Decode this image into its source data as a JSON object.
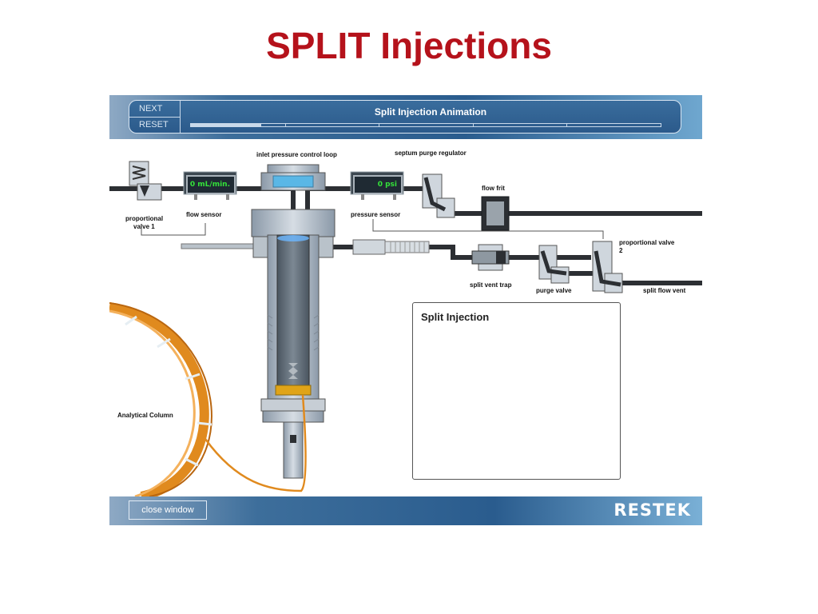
{
  "slide": {
    "title": "SPLIT Injections"
  },
  "header": {
    "next_label": "NEXT",
    "reset_label": "RESET",
    "title": "Split Injection Animation",
    "progress_fraction": 0.15
  },
  "readouts": {
    "flow_value": "0 mL/min.",
    "pressure_value": "0 psi"
  },
  "labels": {
    "inlet_pressure_control_loop": "inlet pressure control loop",
    "septum_purge_regulator": "septum purge regulator",
    "flow_frit": "flow frit",
    "proportional_valve_1a": "proportional",
    "proportional_valve_1b": "valve 1",
    "flow_sensor": "flow sensor",
    "pressure_sensor": "pressure sensor",
    "proportional_valve_2a": "proportional valve",
    "proportional_valve_2b": "2",
    "split_vent_trap": "split vent trap",
    "purge_valve": "purge valve",
    "split_flow_vent": "split flow vent",
    "analytical_column": "Analytical Column"
  },
  "info_panel": {
    "title": "Split Injection"
  },
  "footer": {
    "close_label": "close window",
    "logo_text": "RESTEK"
  },
  "colors": {
    "title_red": "#b5121b",
    "bar_blue": "#2a5c8e",
    "column_orange": "#e08a1e",
    "readout_green": "#34e23a"
  }
}
